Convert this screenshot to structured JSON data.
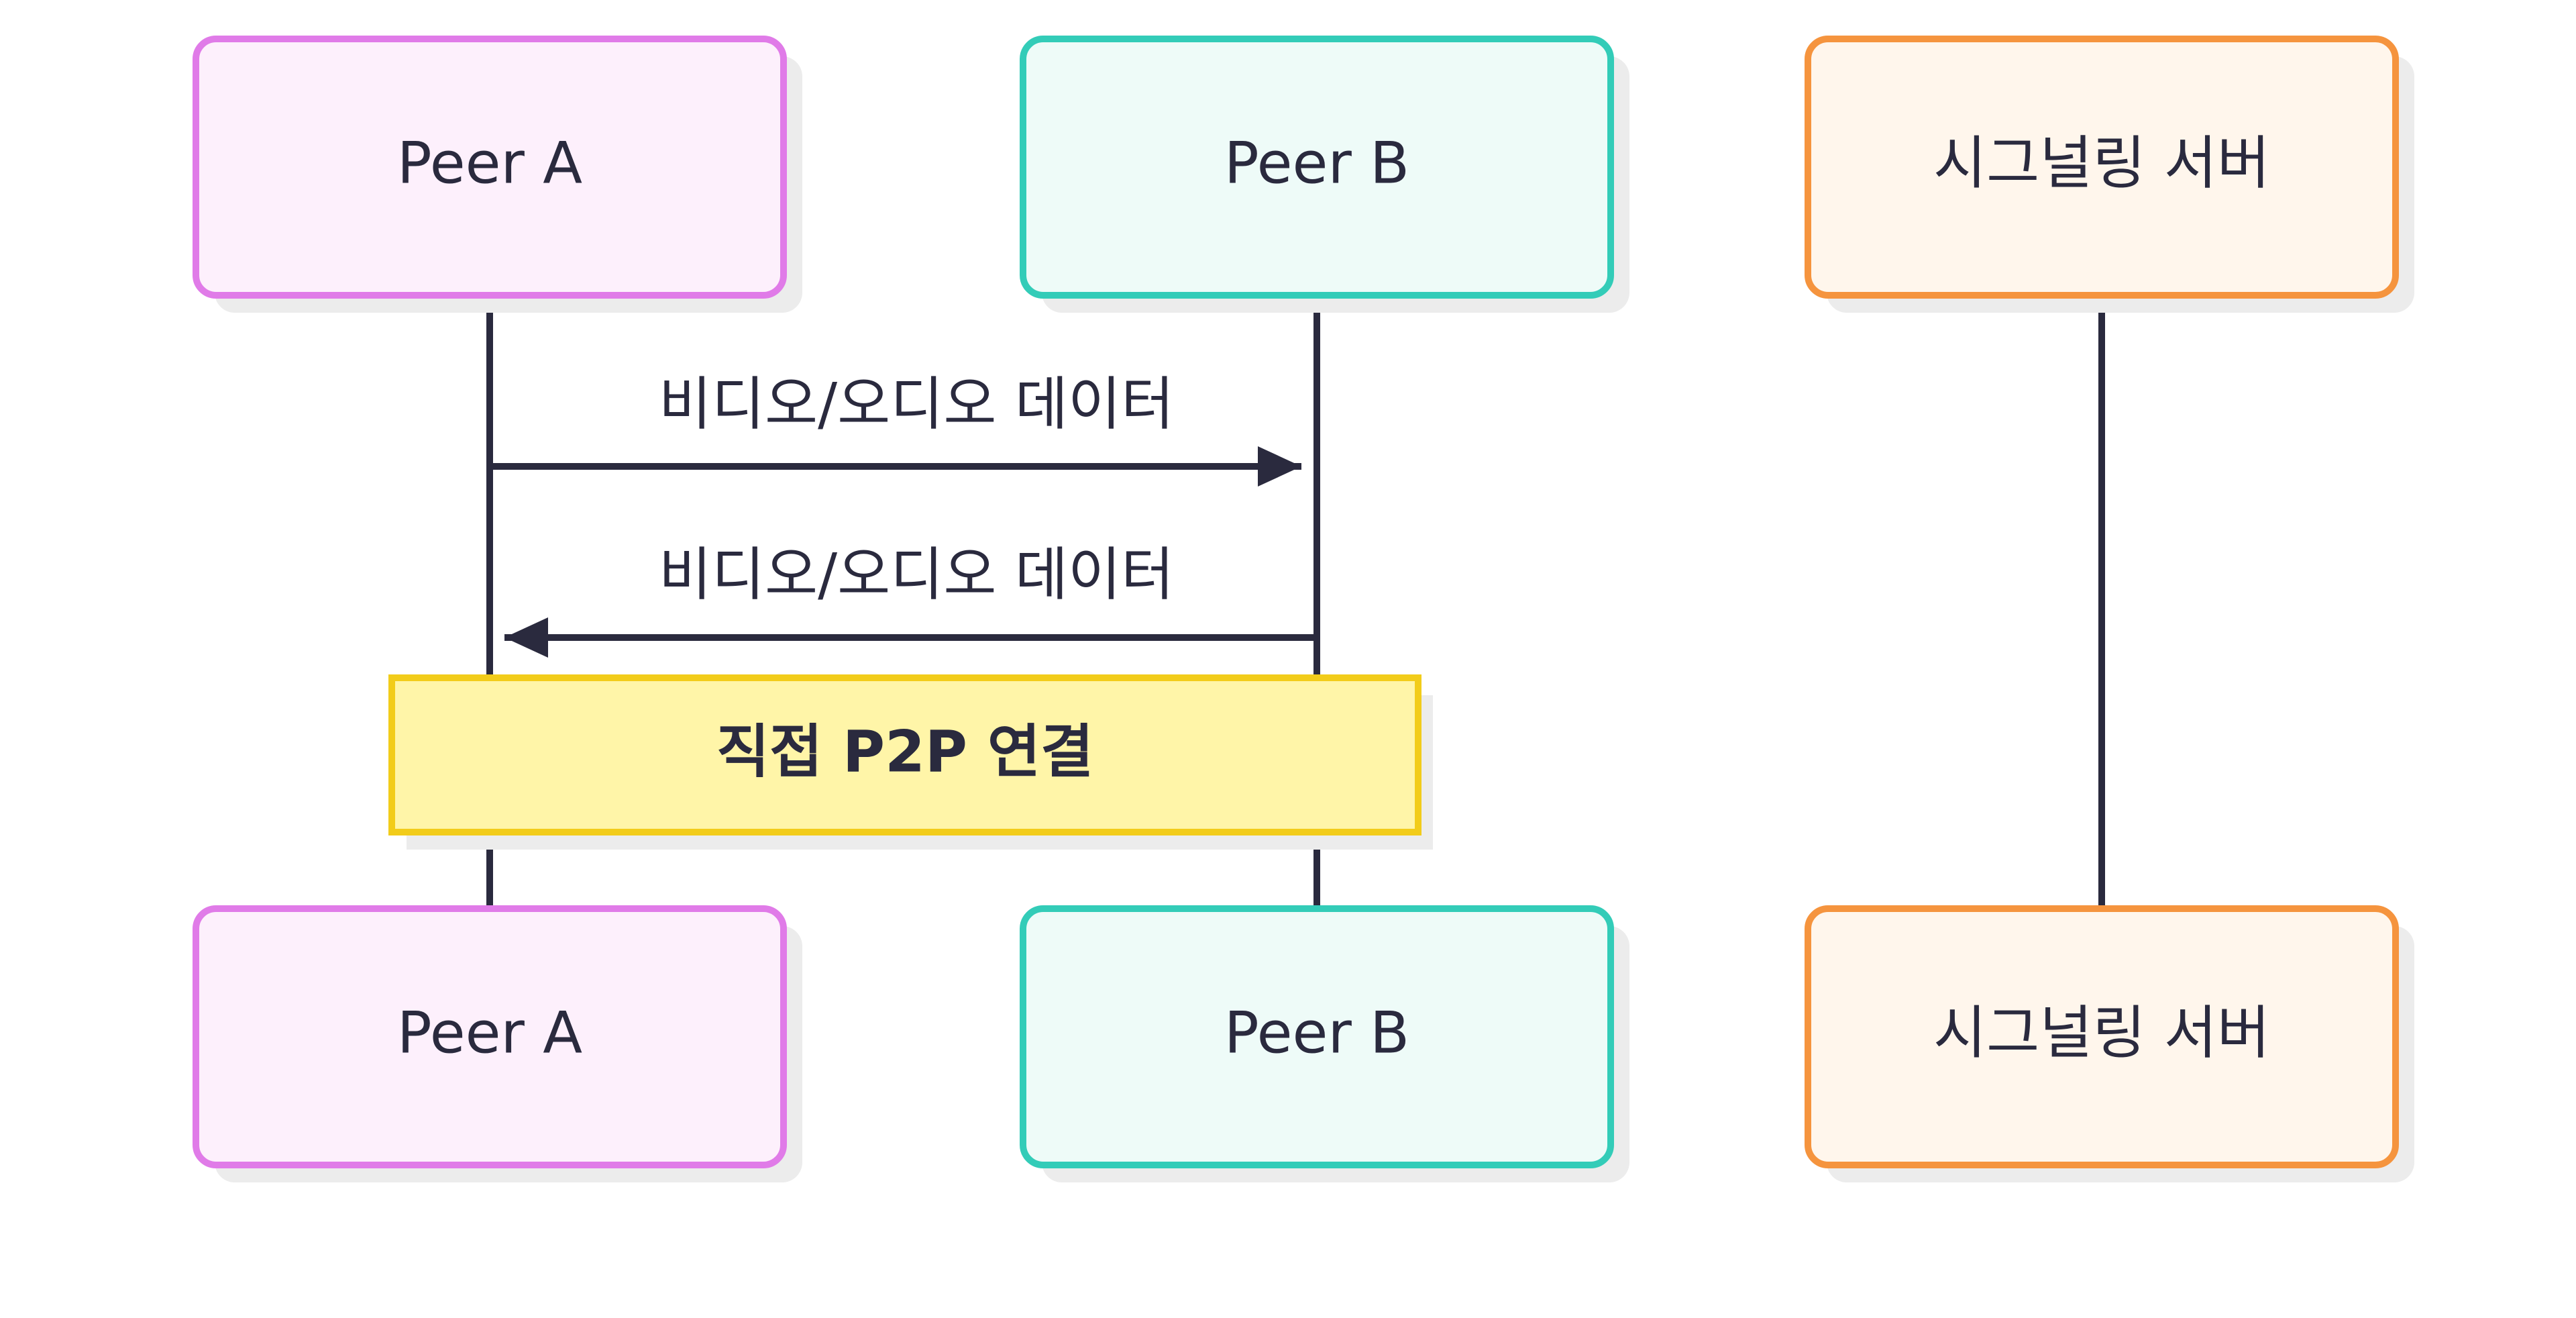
{
  "diagram_type": "sequence",
  "actors": [
    {
      "id": "peer-a",
      "label": "Peer A",
      "stroke": "#e07be8",
      "fill": "#fdf0fc"
    },
    {
      "id": "peer-b",
      "label": "Peer B",
      "stroke": "#33ccb8",
      "fill": "#eefbf8"
    },
    {
      "id": "signaling-server",
      "label": "시그널링 서버",
      "stroke": "#f5943e",
      "fill": "#fff6ec"
    }
  ],
  "messages": [
    {
      "from": "Peer A",
      "to": "Peer B",
      "label": "비디오/오디오 데이터"
    },
    {
      "from": "Peer B",
      "to": "Peer A",
      "label": "비디오/오디오 데이터"
    }
  ],
  "note": {
    "label": "직접 P2P 연결",
    "over": [
      "Peer A",
      "Peer B"
    ],
    "stroke": "#f2cc1a",
    "fill": "#fff5a8"
  },
  "colors": {
    "line": "#2a2a3e",
    "shadow": "#ececec"
  }
}
